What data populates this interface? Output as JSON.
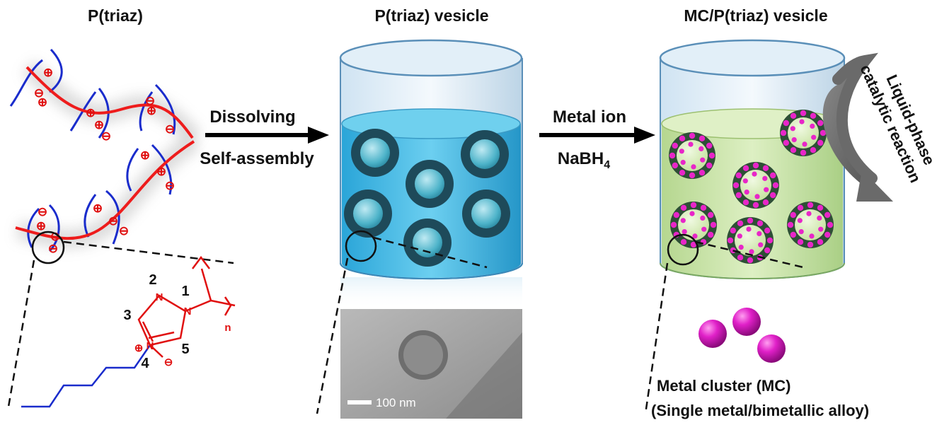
{
  "titles": {
    "left": "P(triaz)",
    "middle": "P(triaz) vesicle",
    "right": "MC/P(triaz) vesicle"
  },
  "arrow1": {
    "top": "Dissolving",
    "bottom": "Self-assembly"
  },
  "arrow2": {
    "top": "Metal ion",
    "bottom_main": "NaBH",
    "bottom_sub": "4"
  },
  "side_label": {
    "line1": "Liquid-phase",
    "line2": "catalytic reaction"
  },
  "structure": {
    "n1": "1",
    "n2": "2",
    "n3": "3",
    "n4": "4",
    "n5": "5",
    "atom_n": "N",
    "plus": "⊕",
    "minus": "⊖",
    "subscript_n": "n"
  },
  "tem": {
    "scale_label": "100 nm"
  },
  "caption": {
    "line1": "Metal cluster (MC)",
    "line2": "(Single metal/bimetallic alloy)"
  },
  "colors": {
    "polymer": "#ee1c1c",
    "side_chain": "#1a2ccc",
    "water": "#3fb4e0",
    "vesicle_shell": "#1e4a5a",
    "green_solution": "#c5e29a",
    "metal": "#e020c0"
  },
  "icons": {
    "charge_plus": "circled-plus-icon",
    "charge_minus": "circled-minus-icon"
  }
}
